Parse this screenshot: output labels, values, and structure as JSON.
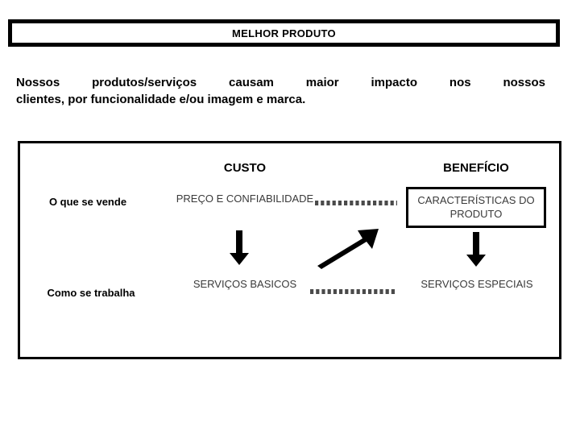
{
  "title_banner": {
    "text": "MELHOR PRODUTO"
  },
  "intro": {
    "line1": "Nossos   produtos/serviços causam maior impacto nos nossos",
    "line2": "clientes, por funcionalidade e/ou imagem e marca."
  },
  "matrix": {
    "columns": [
      {
        "key": "custo",
        "label": "CUSTO"
      },
      {
        "key": "beneficio",
        "label": "BENEFÍCIO"
      }
    ],
    "rows": [
      {
        "key": "vende",
        "label": "O que se vende"
      },
      {
        "key": "trabalha",
        "label": "Como se trabalha"
      }
    ],
    "cells": {
      "vende_custo": "PREÇO E CONFIABILIDADE",
      "vende_beneficio": "CARACTERÍSTICAS DO PRODUTO",
      "trabalha_custo": "SERVIÇOS BASICOS",
      "trabalha_beneficio": "SERVIÇOS ESPECIAIS"
    }
  },
  "connectors": [
    {
      "name": "dashed-link-top",
      "style": "dashed",
      "direction": "horizontal"
    },
    {
      "name": "dashed-link-bottom",
      "style": "dashed",
      "direction": "horizontal"
    },
    {
      "name": "arrow-down-cost",
      "style": "solid",
      "direction": "down"
    },
    {
      "name": "arrow-down-benefit",
      "style": "solid",
      "direction": "down"
    },
    {
      "name": "arrow-diagonal-up-right",
      "style": "solid",
      "direction": "up-right"
    }
  ],
  "colors": {
    "ink": "#000000",
    "cell_text": "#3a3a3a",
    "dash": "#4a4a4a",
    "background": "#ffffff"
  }
}
